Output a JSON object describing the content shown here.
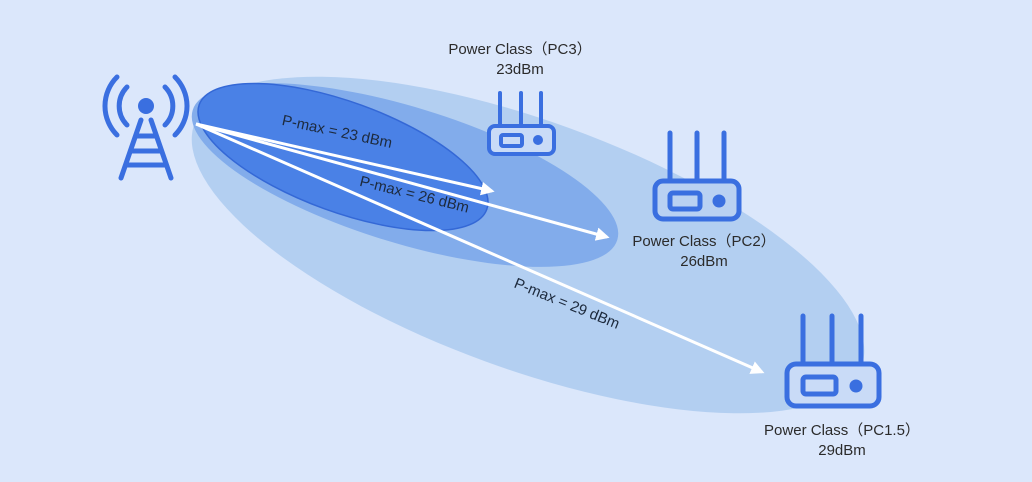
{
  "colors": {
    "background": "#dbe7fb",
    "device_blue": "#3a6fe0",
    "ellipse_pc15": "#b1cdf0",
    "ellipse_pc2": "#80aaea",
    "ellipse_pc3": "#4a81e6",
    "arrow": "#ffffff"
  },
  "tower": {
    "icon": "cell-tower-icon"
  },
  "devices": [
    {
      "icon": "router-icon",
      "name": "Power Class（PC3）",
      "power": "23dBm"
    },
    {
      "icon": "router-icon",
      "name": "Power Class（PC2）",
      "power": "26dBm"
    },
    {
      "icon": "router-icon",
      "name": "Power Class（PC1.5）",
      "power": "29dBm"
    }
  ],
  "arrows": [
    {
      "label": "P-max = 23 dBm"
    },
    {
      "label": "P-max = 26 dBm"
    },
    {
      "label": "P-max = 29 dBm"
    }
  ]
}
